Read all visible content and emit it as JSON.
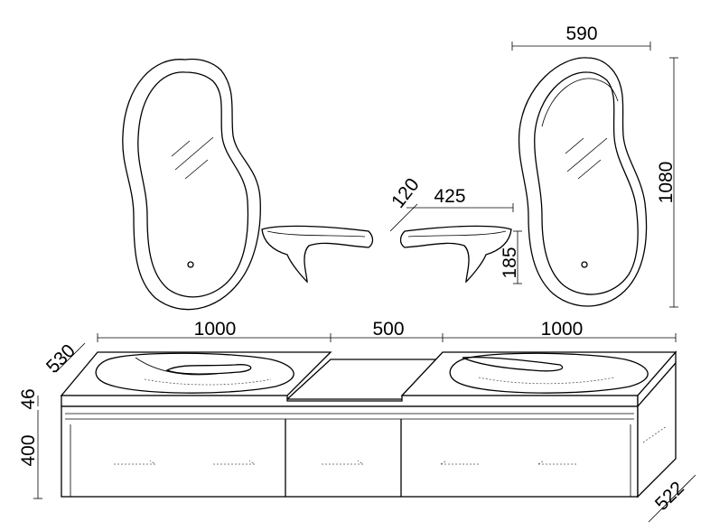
{
  "dimensions": {
    "mirror_width": "590",
    "mirror_height": "1080",
    "shelf_depth": "120",
    "shelf_length": "425",
    "shelf_height": "185",
    "basin_width_left": "1000",
    "middle_width": "500",
    "basin_width_right": "1000",
    "counter_depth": "530",
    "counter_thickness": "46",
    "cabinet_height": "400",
    "cabinet_depth": "522"
  },
  "colors": {
    "line": "#000000",
    "hatch": "#555555",
    "background": "#ffffff"
  }
}
